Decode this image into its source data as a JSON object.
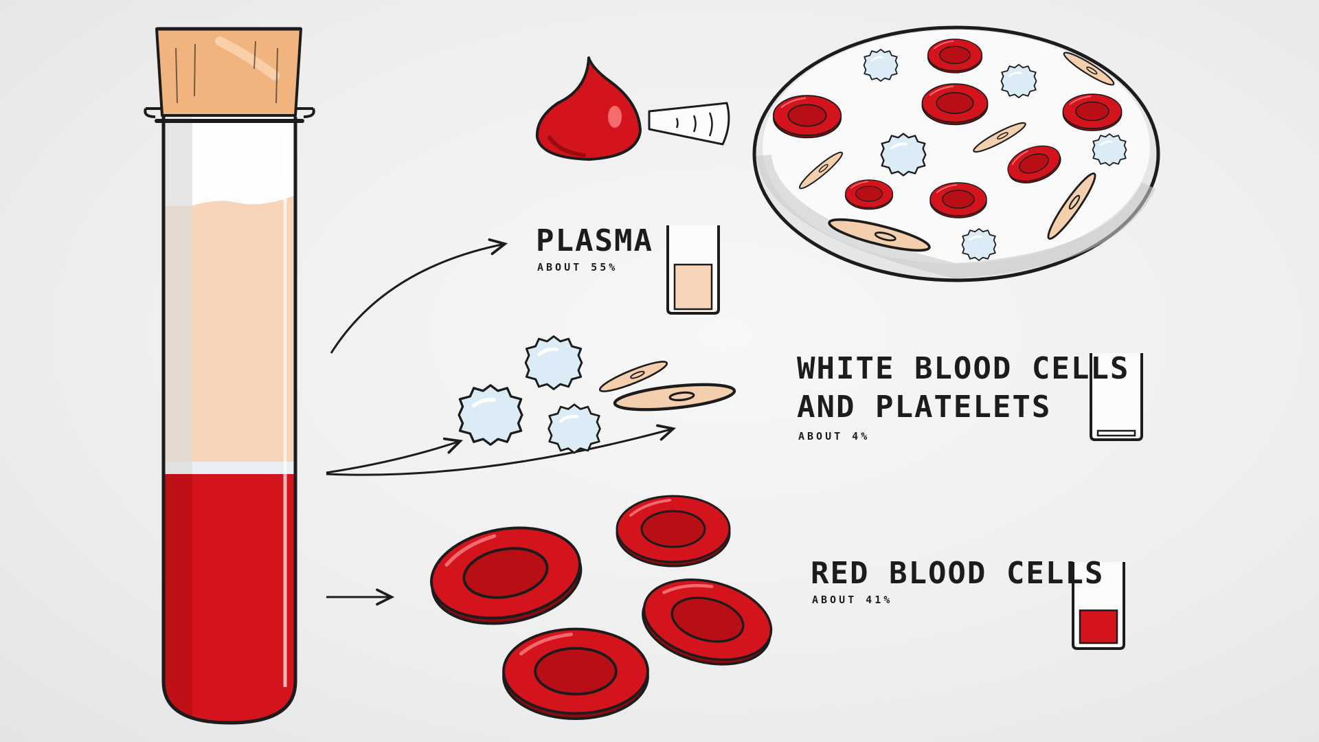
{
  "labels": {
    "plasma": {
      "title": "PLASMA",
      "sub": "ABOUT 55%",
      "fraction": 0.55
    },
    "wbc": {
      "title_line1": "WHITE BLOOD CELLS",
      "title_line2": "AND PLATELETS",
      "sub": "ABOUT 4%",
      "fraction": 0.04
    },
    "rbc": {
      "title": "RED BLOOD CELLS",
      "sub": "ABOUT 41%",
      "fraction": 0.41
    }
  },
  "colors": {
    "blood_red": "#d4141c",
    "blood_dark": "#a80c12",
    "plasma": "#f8d5b8",
    "cork": "#f2b47e",
    "white_cell": "#dcecf7",
    "platelet": "#f4cfae",
    "outline": "#1c1c1c"
  },
  "icons": [
    "test-tube-icon",
    "cork-stopper-icon",
    "blood-drop-icon",
    "magnifier-view-icon",
    "red-blood-cell-icon",
    "white-blood-cell-icon",
    "platelet-icon",
    "measuring-beaker-icon",
    "arrow-icon"
  ]
}
